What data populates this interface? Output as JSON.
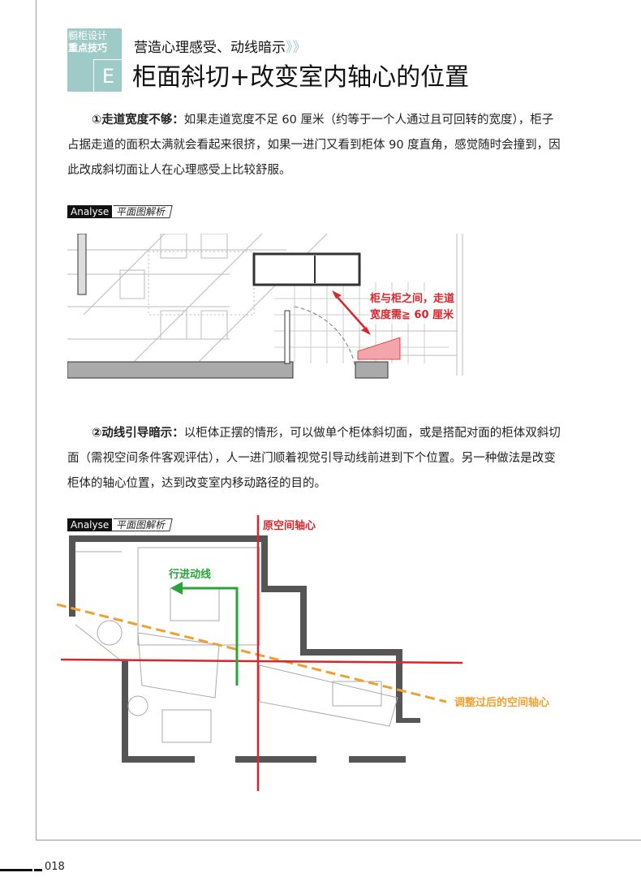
{
  "header": {
    "category_line1": "橱柜设计",
    "category_line2": "重点技巧",
    "section_letter": "E",
    "subtitle": "营造心理感受、动线暗示",
    "subtitle_chevrons": "》》",
    "title": "柜面斜切+改变室内轴心的位置"
  },
  "section1": {
    "lead": "①走道宽度不够：",
    "text": "如果走道宽度不足 60 厘米（约等于一个人通过且可回转的宽度），柜子占据走道的面积太满就会看起来很挤，如果一进门又看到柜体 90 度直角，感觉随时会撞到，因此改成斜切面让人在心理感受上比较舒服。",
    "analyse_en": "Analyse",
    "analyse_cn": "平面图解析",
    "annotation_line1": "柜与柜之间，走道",
    "annotation_line2": "宽度需≧ 60 厘米"
  },
  "section2": {
    "lead": "②动线引导暗示：",
    "text": "以柜体正摆的情形，可以做单个柜体斜切面，或是搭配对面的柜体双斜切面（需视空间条件客观评估），人一进门顺着视觉引导动线前进到下个位置。另一种做法是改变柜体的轴心位置，达到改变室内移动路径的目的。",
    "analyse_en": "Analyse",
    "analyse_cn": "平面图解析",
    "label_original_axis": "原空间轴心",
    "label_flow": "行进动线",
    "label_adjusted_axis": "调整过后的空间轴心"
  },
  "colors": {
    "teal": "#9ecbc7",
    "red": "#d9262c",
    "green": "#2aa33a",
    "orange": "#f0a030"
  },
  "footer": {
    "page_number": "018"
  }
}
